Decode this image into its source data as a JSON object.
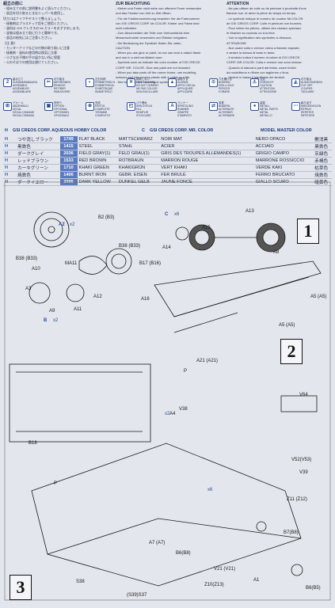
{
  "columns": [
    {
      "heading": "組立の前に",
      "lines": [
        "・組み立ての前に説明書をよく読んでください。",
        "・部品を切り取るときはニッパーを使用し、",
        "  切り口はナイフやヤスリで整えましょう。",
        "・接着剤はプラスチック用をご使用ください。",
        "・塗料は GSI クレオスの Mr.カラーをおすすめします。",
        "・塗装は組み立て前に行うと簡単です。",
        "・部品の紛失にはご注意ください。",
        "《注 意》",
        "・カッターナイフなどの刃物の取り扱いに注意",
        "・接着剤・塗料の使用時は換気に注意",
        "・小さなお子様の手の届かない所に保管",
        "・火のそばでの使用は避けてください。"
      ]
    },
    {
      "heading": "ZUR BEACHTUNG",
      "lines": [
        "- Kleber und Farbe nicht nahe von offenem Feuer verwenden",
        "  und das Fenster von Zeit zu Zeit öffnen.",
        "- Für die Farbkennzeichnung beachten Sie die Farbnummer",
        "  von GSI CREOS CORP. Mr.COLOR. Kleber und Farbe sind",
        "  nicht enthalten.",
        "- Zum Abschneiden der Teile vom Verbundstück eine",
        "  Messerschneide verwenden und Ränder entgraten.",
        "- Die Bedeutung der Symbole finden Sie unten.",
        "CAUTION",
        "- When you use glue or paint, do not use near a naked flame",
        "  and use in a well-ventilated room.",
        "- Symbols such as indicate the color number of GSI CREOS",
        "  CORP. MR. COLOR. Glue and paint are not included.",
        "- When you take parts off the runner frame, use modeling",
        "  scissors and trim excess plastic with a cutter or a file.",
        "- See below for the meaning of symbols."
      ]
    },
    {
      "heading": "ATTENTION",
      "lines": [
        "- Ne pas utiliser de colle ou de peinture à proximité d'une",
        "  flamme nue, et aérer la pièce de temps en temps.",
        "- Le symbole indique le numéro de couleur Mr.COLOR",
        "  de GSI CREOS CORP. Colle et peinture non fournies.",
        "- Pour retirer les pièces, utiliser des ciseaux spéciaux",
        "  et ébarber au couteau ou à la lime.",
        "- Voir la signification des symboles ci-dessous.",
        "ATTENZIONE",
        "- Non usare colla e vernice vicino a fiamme esposte,",
        "  e aerare la stanza di tanto in tanto.",
        "- Il simbolo indica il numero di colore di GSI CREOS",
        "  CORP. MR.COLOR. Colla e vernice non sono incluse.",
        "- Quando si staccano parti dal telaio, usare forbici",
        "  da modellismo e rifinire con taglierino o lima.",
        "- Vedere in basso il significato dei simboli."
      ]
    }
  ],
  "symbols": [
    {
      "icon": "2",
      "lines": [
        "組み立て",
        "ZUSAMMENBAUEN",
        "ASSEMBLE",
        "ASSEMBLER",
        "ASSEMBLARE"
      ]
    },
    {
      "icon": "✂",
      "lines": [
        "切り取る",
        "ABTRENNEN",
        "REMOVE",
        "RETIRER",
        "RIMUOVERE"
      ]
    },
    {
      "icon": "◐",
      "lines": [
        "左右対称",
        "SYMMETRISCH",
        "SYMMETRICAL",
        "SYMÉTRIQUE",
        "SIMMETRICO"
      ]
    },
    {
      "icon": "✕",
      "lines": [
        "接着しない",
        "NICHT KLEBEN",
        "DO NOT CEMENT",
        "NE PAS COLLER",
        "NON INCOLLARE"
      ]
    },
    {
      "icon": "▲",
      "lines": [
        "接着する",
        "KLEBEN",
        "APPLY DECAL",
        "APPLIQUER",
        "APPLICARE"
      ]
    },
    {
      "icon": "⊙",
      "lines": [
        "穴を開ける",
        "BOHREN",
        "DRILL HOLE",
        "PERCER",
        "FORARE"
      ]
    },
    {
      "icon": "⚠",
      "lines": [
        "注意",
        "VORSICHT",
        "CAUTION",
        "ATTENTION",
        "ATTENZIONE"
      ]
    },
    {
      "icon": "◭",
      "lines": [
        "切り取る",
        "AUSSCHNEIDEN",
        "CUT OFF",
        "COUPER",
        "TAGLIARE"
      ]
    },
    {
      "icon": "⊞",
      "lines": [
        "デカール",
        "ABZIEHBILD",
        "DECAL",
        "DÉCALCOMANIE",
        "DECALCOMANIA"
      ]
    },
    {
      "icon": "▣",
      "lines": [
        "別売り",
        "OPTION",
        "OPTIONAL",
        "OPTIONNEL",
        "OPZIONALE"
      ]
    },
    {
      "icon": "⊕",
      "lines": [
        "完成",
        "FERTIG",
        "COMPLETE",
        "TERMINÉ",
        "COMPLETO"
      ]
    },
    {
      "icon": "◰",
      "lines": [
        "パテ埋め",
        "SPACHTELN",
        "FILL",
        "REMPLIR",
        "STUCCARE"
      ]
    },
    {
      "icon": "A",
      "lines": [
        "ランナー",
        "SPRITZLING",
        "RUNNER",
        "GRAPPE",
        "STAMPATO"
      ]
    },
    {
      "icon": "⇄",
      "lines": [
        "変更",
        "ÄNDERN",
        "ALTERNATE",
        "ALTERNER",
        "ALTERNARE"
      ]
    },
    {
      "icon": "●",
      "lines": [
        "金属",
        "METALL",
        "METAL PARTS",
        "MÉTAL",
        "METALLO"
      ]
    },
    {
      "icon": "⋯",
      "lines": [
        "繰り返す",
        "WIEDERHOLEN",
        "REPEAT",
        "RÉPÉTER",
        "RIPETERE"
      ]
    }
  ],
  "banner": {
    "h1": "H",
    "h2": "GSI CREOS CORP. AQUEOUS HOBBY COLOR",
    "c1": "C",
    "c2": "GSI CREOS CORP. MR. COLOR",
    "m1": "MODEL MASTER COLOR"
  },
  "colors": [
    {
      "jp": "つや消しブラック",
      "code": "1749",
      "en": "FLAT BLACK",
      "de": "MATTSCHWARZ",
      "fr": "NOIR MAT",
      "it": "NERO OPACO",
      "jp2": "艶消黒"
    },
    {
      "jp": "黒鉄色",
      "code": "1415",
      "en": "STEEL",
      "de": "STAHL",
      "fr": "ACIER",
      "it": "ACCIAIO",
      "jp2": "黒鉄色"
    },
    {
      "jp": "ダークグレイ",
      "code": "2036",
      "en": "FIELD GRAY(1)",
      "de": "FELD GRAU(1)",
      "fr": "GRIS DES TROUPES ALLEMANDES(1)",
      "it": "GRIGIO CAMPO",
      "jp2": "灰緑色"
    },
    {
      "jp": "レッドブラウン",
      "code": "1533",
      "en": "RED BROWN",
      "de": "ROTBRAUN",
      "fr": "MARRON ROUGE",
      "it": "MARRONE ROSSICCIO",
      "jp2": "赤褐色"
    },
    {
      "jp": "カーキグリーン",
      "code": "1710",
      "en": "KHAKI GREEN",
      "de": "KHAKIGRÜN",
      "fr": "VERT KHAKI",
      "it": "VERDE KAKI",
      "jp2": "枯草色"
    },
    {
      "jp": "焼鉄色",
      "code": "1406",
      "en": "BURNT IRON",
      "de": "GEBR. EISEN",
      "fr": "FER BRULÉ",
      "it": "FERRO BRUCIATO",
      "jp2": "焼鉄色"
    },
    {
      "jp": "ダークイエロー",
      "code": "2095",
      "en": "DARK YELLOW",
      "de": "DUNKEL GELB",
      "fr": "JAUNE FONCÉ",
      "it": "GIALLO SCURO",
      "jp2": "暗黄色"
    }
  ],
  "steps": {
    "s1": "1",
    "s2": "2",
    "s3": "3"
  },
  "parts": {
    "a13": "A13",
    "a15": "A15",
    "a14": "A14",
    "a16": "A16",
    "a12": "A12",
    "a11": "A11",
    "a10": "A10",
    "a9": "A9",
    "a8": "A8",
    "a3": "A3",
    "b2": "B2\n(B3)",
    "b38": "B38\n(B33)",
    "b38b": "B38\n(B33)",
    "b17": "B17\n(B16)",
    "ma11": "MA11",
    "a5": "A5\n(A5)",
    "a5b": "A5\n(A5)",
    "a21": "A21\n(A21)",
    "p": "P",
    "p2": "P",
    "v64": "V64",
    "v38": "V38",
    "b18": "B18",
    "v52": "V52(V53)",
    "v39": "V39",
    "z11": "Z11\n(Z12)",
    "b7": "B7(B8)",
    "a7": "A7\n(A7)",
    "b6": "B6(B8)",
    "v21": "V21\n(V21)",
    "z10": "Z10(Z13)",
    "b6b": "B6(B5)",
    "a1": "A1",
    "s39": "(S39)S37",
    "s38": "S38",
    "a4": "A4",
    "a2": "A2",
    "b": "B",
    "c": "C",
    "x2": "x2",
    "x6": "x6",
    "x6b": "x6",
    "x2b": "x2",
    "x2c": "x2"
  }
}
